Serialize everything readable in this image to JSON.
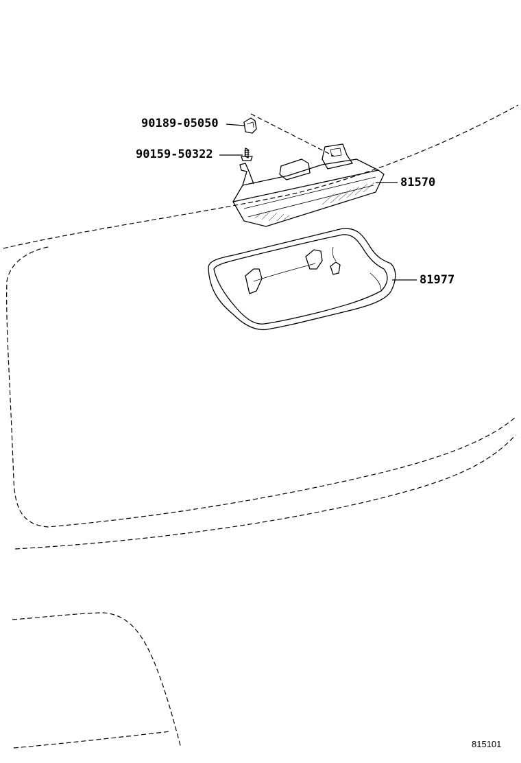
{
  "diagram": {
    "parts": [
      {
        "id": "90189-05050",
        "label": "90189-05050",
        "icon": "clip-icon"
      },
      {
        "id": "90159-50322",
        "label": "90159-50322",
        "icon": "screw-icon"
      },
      {
        "id": "81570",
        "label": "81570",
        "icon": "stop-lamp-icon"
      },
      {
        "id": "81977",
        "label": "81977",
        "icon": "cover-icon"
      }
    ],
    "figure_number": "815101"
  }
}
